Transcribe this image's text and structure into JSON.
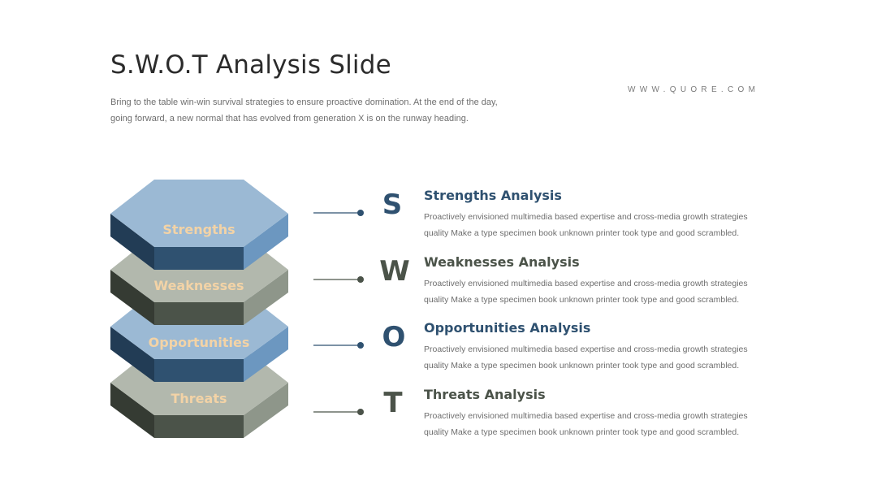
{
  "title": "S.W.O.T Analysis Slide",
  "subtitle": "Bring to the table win-win survival strategies to ensure proactive domination. At the end of the day, going forward, a new normal that has evolved from generation X is on the runway heading.",
  "website": "WWW.QUORE.COM",
  "colors": {
    "blue_heading": "#2f5170",
    "grey_heading": "#4b5349",
    "label_text": "#f3d3a6",
    "blue_top": "#9bb9d4",
    "grey_top": "#b2b8ad"
  },
  "layers": [
    {
      "label": "Strengths",
      "letter": "S",
      "heading": "Strengths Analysis",
      "body": "Proactively envisioned multimedia based expertise and cross-media growth strategies quality Make a type specimen book unknown printer took type and good scrambled."
    },
    {
      "label": "Weaknesses",
      "letter": "W",
      "heading": "Weaknesses Analysis",
      "body": "Proactively envisioned multimedia based expertise and cross-media growth strategies quality Make a type specimen book unknown printer took type and good scrambled."
    },
    {
      "label": "Opportunities",
      "letter": "O",
      "heading": "Opportunities Analysis",
      "body": "Proactively envisioned multimedia based expertise and cross-media growth strategies quality Make a type specimen book unknown printer took type and good scrambled."
    },
    {
      "label": "Threats",
      "letter": "T",
      "heading": "Threats Analysis",
      "body": "Proactively envisioned multimedia based expertise and cross-media growth strategies quality Make a type specimen book unknown printer took type and good scrambled."
    }
  ]
}
